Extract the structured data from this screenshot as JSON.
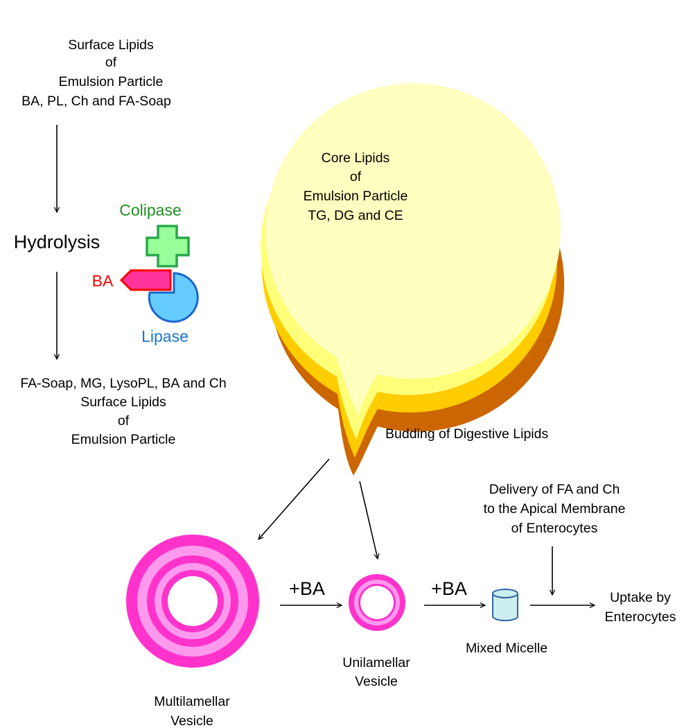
{
  "surface_lipids_top": [
    "Surface Lipids",
    "of",
    "Emulsion Particle",
    "BA, PL, Ch and FA-Soap"
  ],
  "hydrolysis": "Hydrolysis",
  "surface_lipids_bottom": [
    "FA-Soap, MG, LysoPL, BA and Ch",
    "Surface Lipids",
    "of",
    "Emulsion Particle"
  ],
  "core_lipids": [
    "Core Lipids",
    "of",
    "Emulsion Particle",
    "TG, DG and CE"
  ],
  "enzymes": {
    "colipase": "Colipase",
    "ba": "BA",
    "lipase": "Lipase"
  },
  "budding": "Budding of Digestive Lipids",
  "delivery": [
    "Delivery of FA and Ch",
    "to the Apical Membrane",
    "of Enterocytes"
  ],
  "plus_ba_1": "+BA",
  "plus_ba_2": "+BA",
  "multilamellar": [
    "Multilamellar",
    "Vesicle"
  ],
  "unilamellar": [
    "Unilamellar",
    "Vesicle"
  ],
  "mixed_micelle": "Mixed Micelle",
  "uptake": [
    "Uptake by",
    "Enterocytes"
  ],
  "colors": {
    "core": "#ffffbf",
    "layer1": "#ffff7a",
    "layer2": "#ffcc00",
    "layer3": "#cc6600",
    "colipase_fill": "#99ff99",
    "colipase_stroke": "#2aa84a",
    "colipase_text": "#1f8f1f",
    "ba_fill": "#ff3399",
    "ba_stroke": "#ff0000",
    "ba_text": "#ff0000",
    "lipase_fill": "#66ccff",
    "lipase_stroke": "#1a66cc",
    "lipase_text": "#1a75cc",
    "vesicle_dark": "#ff33cc",
    "vesicle_light": "#ff99ee",
    "micelle_fill": "#cceeee",
    "micelle_stroke": "#3366aa"
  }
}
